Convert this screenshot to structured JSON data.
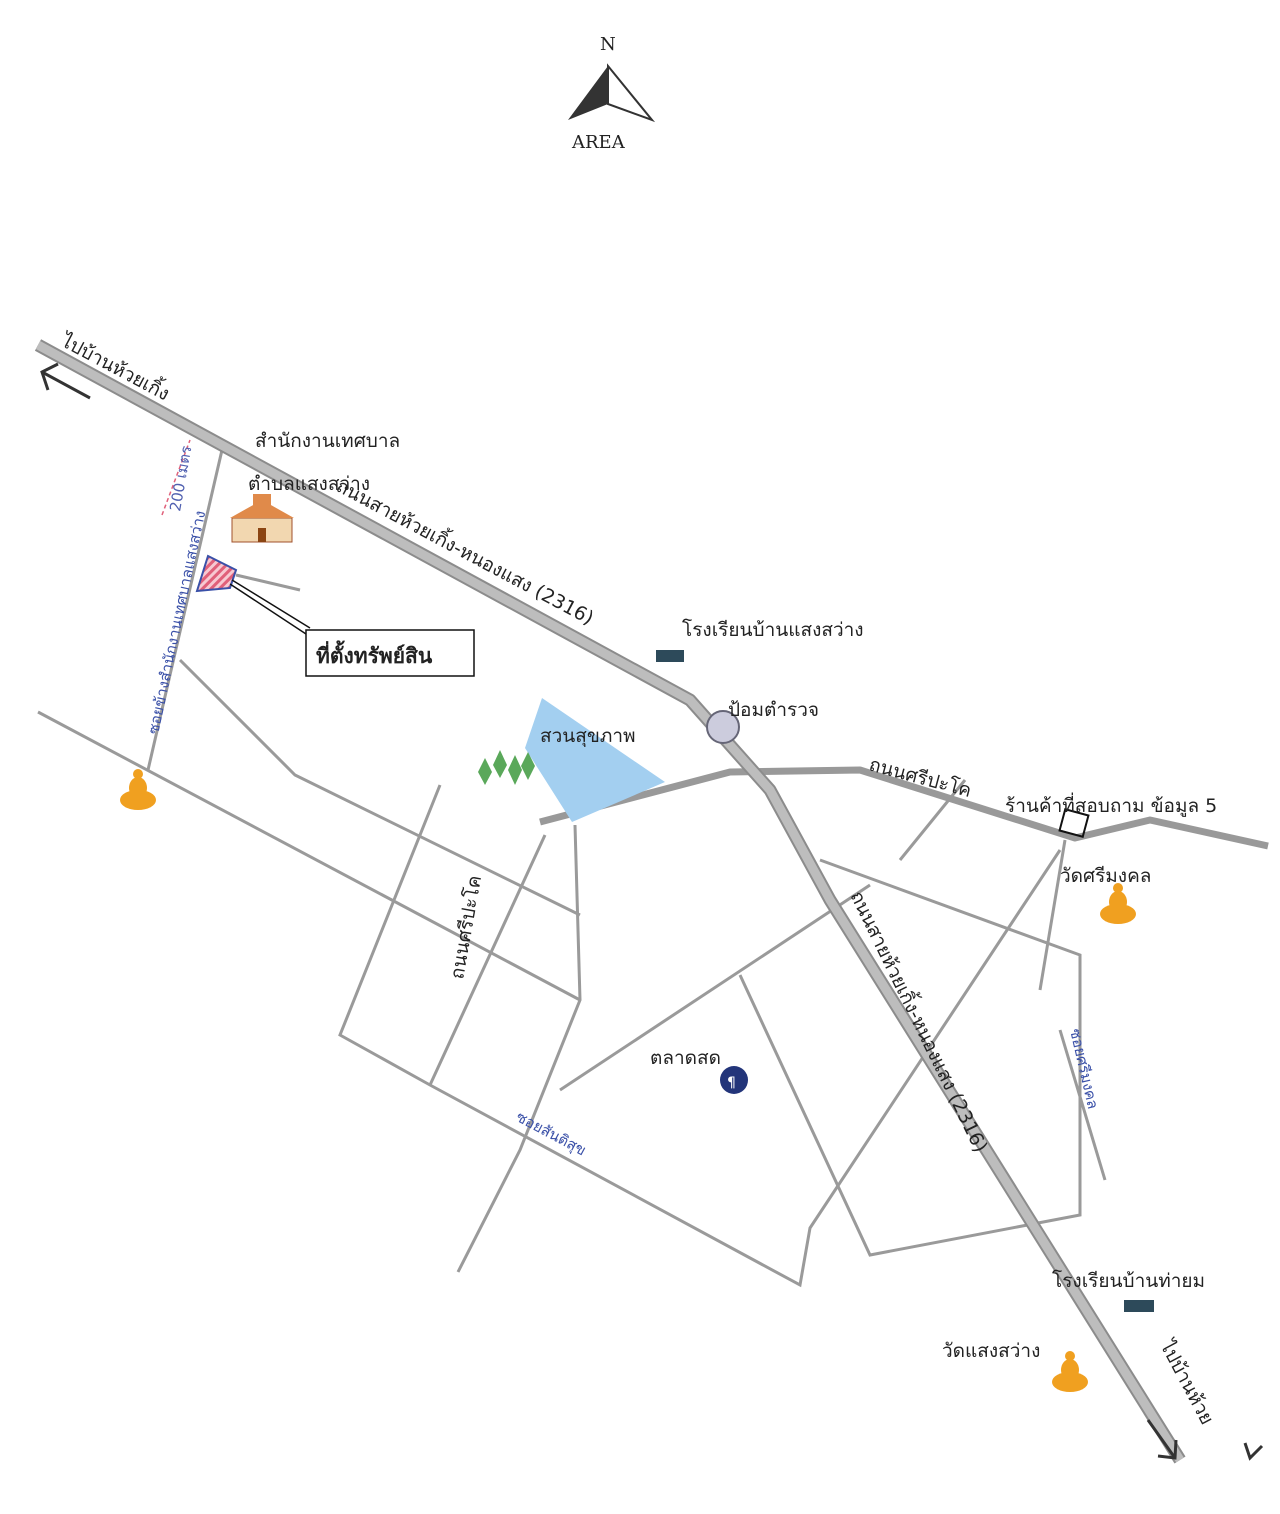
{
  "compass": {
    "north": "N",
    "label": "AREA"
  },
  "labels": {
    "to_huai_koeng": "ไปบ้านห้วยเกิ้ง",
    "municipal_office_1": "สำนักงานเทศบาล",
    "municipal_office_2": "ตำบลแสงสว่าง",
    "main_road_upper": "ถนนสายห้วยเกิ้ง-หนองแสง (2316)",
    "distance": "200 เมตร",
    "soi_municipal": "ซอยข้างสำนักงานเทศบาลแสงสว่าง",
    "property": "ที่ตั้งทรัพย์สิน",
    "school_saeng_sawang": "โรงเรียนบ้านแสงสว่าง",
    "police_box": "ป้อมตำรวจ",
    "park": "สวนสุขภาพ",
    "sri_pakho_road_east": "ถนนศรีปะโค",
    "shop_inquired": "ร้านค้าที่สอบถาม ข้อมูล 5",
    "wat_sri_mongkhon": "วัดศรีมงคล",
    "sri_pakho_road_south": "ถนนศรีปะโค",
    "fresh_market": "ตลาดสด",
    "main_road_lower": "ถนนสายห้วยเกิ้ง-หนองแสง (2316)",
    "soi_sri_mongkhon": "ซอยศรีมงคล",
    "soi_santisuk": "ซอยสันติสุข",
    "school_tha_yom": "โรงเรียนบ้านท่ายม",
    "wat_saeng_sawang": "วัดแสงสว่าง",
    "to_huai_bottom": "ไปบ้านห้วย"
  },
  "colors": {
    "park": "#a3cff0",
    "property": "#e0607a",
    "temple": "#f0a020",
    "market": "#23357a"
  }
}
